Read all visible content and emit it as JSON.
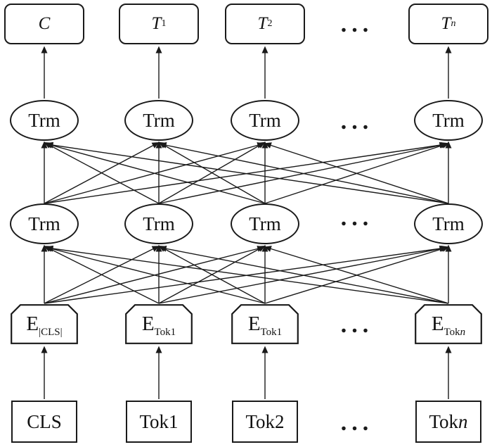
{
  "colors": {
    "stroke": "#1a1a1a",
    "background": "#ffffff",
    "text": "#111111"
  },
  "ellipsis": "...",
  "outputs": {
    "items": [
      {
        "main": "C",
        "sub": "",
        "sub_it": ""
      },
      {
        "main": "T",
        "sub": "1",
        "sub_it": ""
      },
      {
        "main": "T",
        "sub": "2",
        "sub_it": ""
      },
      {
        "main": "T",
        "sub": "",
        "sub_it": "n"
      }
    ]
  },
  "encoder": {
    "label": "Trm"
  },
  "embeddings": {
    "items": [
      {
        "main": "E",
        "sub": "|CLS|",
        "sub_it": ""
      },
      {
        "main": "E",
        "sub": "Tok1",
        "sub_it": ""
      },
      {
        "main": "E",
        "sub": "Tok1",
        "sub_it": ""
      },
      {
        "main": "E",
        "sub": "Tok",
        "sub_it": "n"
      }
    ]
  },
  "tokens": {
    "items": [
      {
        "main": "CLS",
        "it": ""
      },
      {
        "main": "Tok1",
        "it": ""
      },
      {
        "main": "Tok2",
        "it": ""
      },
      {
        "main": "Tok",
        "it": "n"
      }
    ]
  },
  "connections": {
    "tokens_to_embeddings": "one-to-one",
    "embeddings_to_encoder1": "fully-connected",
    "encoder1_to_encoder2": "fully-connected",
    "encoder2_to_outputs": "one-to-one"
  }
}
